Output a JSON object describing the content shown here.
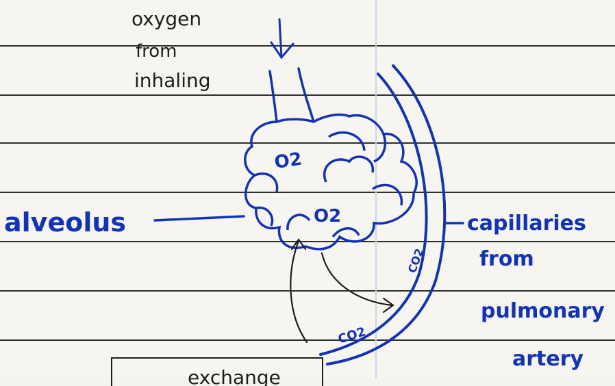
{
  "labels": {
    "inhaled_line1": "oxygen",
    "inhaled_line2": "from",
    "inhaled_line3": "inhaling",
    "alveolus": "alveolus",
    "capillaries_line1": "capillaries",
    "capillaries_line2": "from",
    "capillaries_line3": "pulmonary",
    "capillaries_line4": "artery",
    "o2_top": "O2",
    "o2_middle": "O2",
    "co2_bottom": "CO2",
    "co2_side": "CO2",
    "exchange_box": "exchange"
  },
  "colors": {
    "blue_ink": "#1233b8",
    "black_ink": "#1d1d1d",
    "paper": "#f6f5f0",
    "ruled_line": "#1c1c1c"
  }
}
